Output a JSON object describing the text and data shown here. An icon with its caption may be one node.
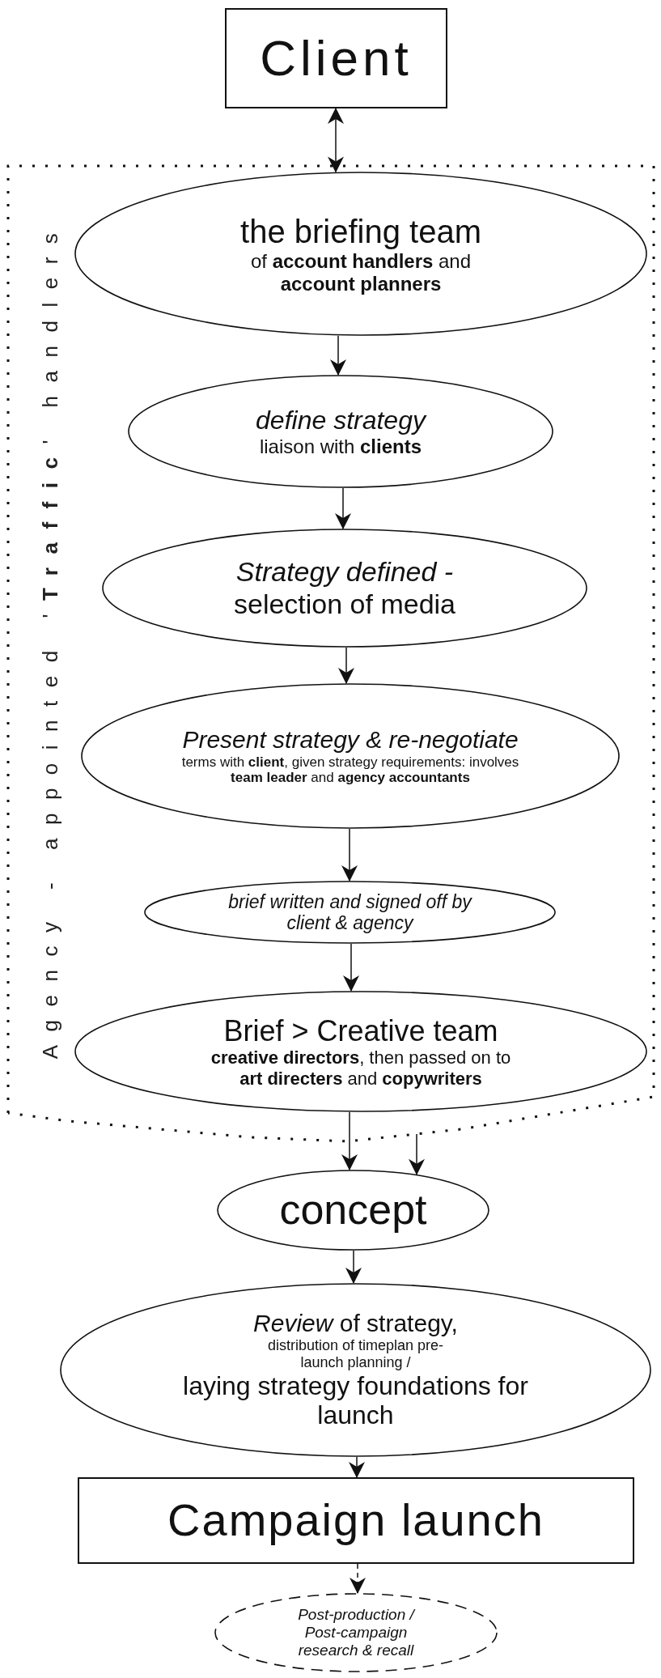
{
  "diagram": {
    "nodes": [
      {
        "text": [
          "Client"
        ]
      },
      {
        "text": [
          "Agency - appointed '**Traffic**' handlers"
        ]
      },
      {
        "text": [
          "the briefing team",
          "of **account handlers** and **account planners**"
        ],
        "in": 1
      },
      {
        "text": [
          "define strategy",
          "liaison with **clients**"
        ],
        "in": 1
      },
      {
        "text": [
          "Strategy defined -",
          "selection of media"
        ],
        "in": 1
      },
      {
        "text": [
          "Present strategy & re-negotiate",
          "terms with **client**, given strategy requirements: involves **team leader** and **agency accountants**"
        ],
        "in": 1
      },
      {
        "text": [
          "brief written and signed off by client & agency"
        ],
        "in": 1
      },
      {
        "text": [
          "Brief > Creative team",
          "**creative directors**, then passed on to **art directers** and **copywriters**"
        ],
        "in": 1
      },
      {
        "text": [
          "concept"
        ]
      },
      {
        "text": [
          "*Review* of strategy,",
          "distribution of timeplan pre-launch planning /",
          "laying strategy foundations for launch"
        ]
      },
      {
        "text": [
          "Campaign launch"
        ]
      },
      {
        "text": [
          "Post-production / Post-campaign research & recall"
        ]
      }
    ],
    "edges": [
      {
        "from": 0,
        "to": 2,
        "arrow": "both"
      },
      {
        "from": 2,
        "to": 3,
        "arrow": "to"
      },
      {
        "from": 3,
        "to": 4,
        "arrow": "to"
      },
      {
        "from": 4,
        "to": 5,
        "arrow": "to"
      },
      {
        "from": 5,
        "to": 6,
        "arrow": "to"
      },
      {
        "from": 6,
        "to": 7,
        "arrow": "to"
      },
      {
        "from": 7,
        "to": 8,
        "arrow": "to"
      },
      {
        "from": 1,
        "to": 8,
        "arrow": "to"
      },
      {
        "from": 8,
        "to": 9,
        "arrow": "to"
      },
      {
        "from": 9,
        "to": 10,
        "arrow": "to"
      },
      {
        "from": 10,
        "to": 11,
        "arrow": "to",
        "style": "dashed"
      }
    ]
  }
}
